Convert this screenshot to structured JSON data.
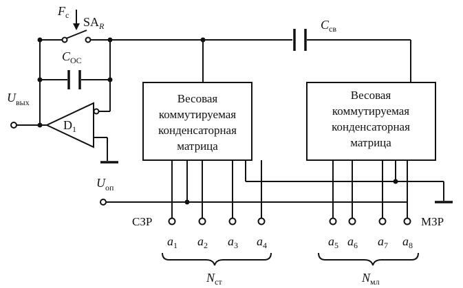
{
  "labels": {
    "fc": {
      "main": "F",
      "sub": "c"
    },
    "sar": {
      "main": "SA",
      "sub": "R"
    },
    "coc": {
      "main": "C",
      "sub": "OC"
    },
    "csv": {
      "main": "C",
      "sub": "св"
    },
    "uvyh": {
      "main": "U",
      "sub": "вых"
    },
    "uop": {
      "main": "U",
      "sub": "оп"
    },
    "d1": {
      "main": "D",
      "sub": "1"
    },
    "nst": {
      "main": "N",
      "sub": "ст"
    },
    "nml": {
      "main": "N",
      "sub": "мл"
    },
    "szr": "СЗР",
    "mzr": "МЗР"
  },
  "matrices": [
    {
      "lines": [
        "Весовая",
        "коммутируемая",
        "конденсаторная",
        "матрица"
      ]
    },
    {
      "lines": [
        "Весовая",
        "коммутируемая",
        "конденсаторная",
        "матрица"
      ]
    }
  ],
  "inputs": [
    {
      "main": "a",
      "sub": "1"
    },
    {
      "main": "a",
      "sub": "2"
    },
    {
      "main": "a",
      "sub": "3"
    },
    {
      "main": "a",
      "sub": "4"
    },
    {
      "main": "a",
      "sub": "5"
    },
    {
      "main": "a",
      "sub": "6"
    },
    {
      "main": "a",
      "sub": "7"
    },
    {
      "main": "a",
      "sub": "8"
    }
  ]
}
